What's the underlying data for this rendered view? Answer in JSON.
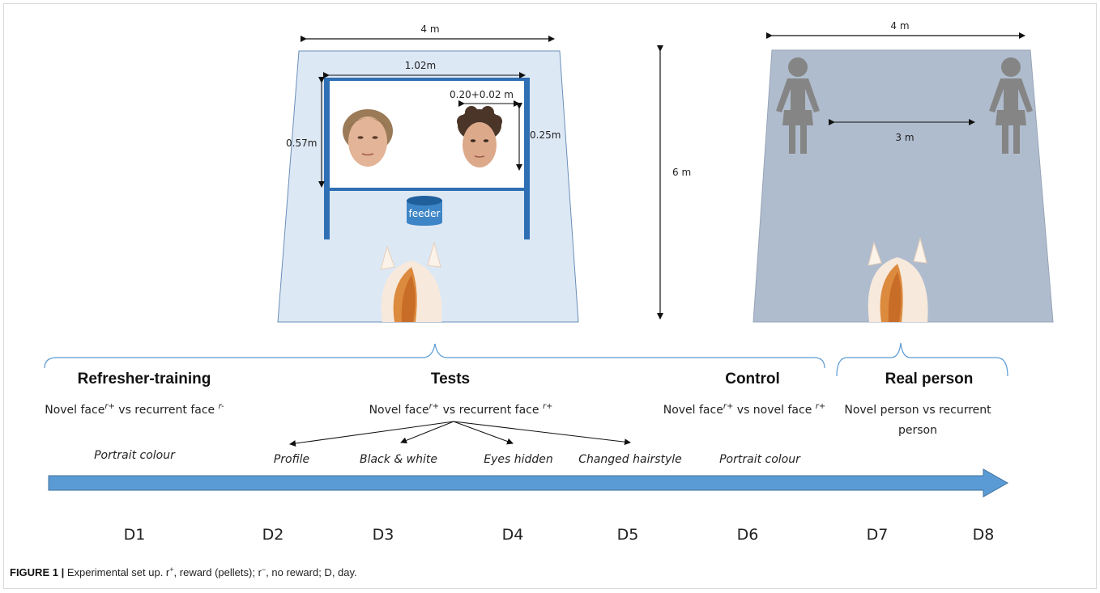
{
  "left_room": {
    "width_label": "4 m",
    "board_width_label": "1.02m",
    "board_height_label": "0.57m",
    "face_width_label": "0.20+0.02 m",
    "face_height_label": "0.25m",
    "feeder_label": "feeder"
  },
  "depth_label": "6 m",
  "right_room": {
    "width_label": "4 m",
    "distance_label": "3 m"
  },
  "phases": [
    {
      "title": "Refresher-training",
      "face": "Novel face",
      "sup1": "r+",
      "mid": " vs recurrent face ",
      "sup2": "r-",
      "condition": "Portrait colour"
    },
    {
      "title": "Tests",
      "face": "Novel face",
      "sup1": "r+",
      "mid": " vs recurrent face ",
      "sup2": "r+"
    },
    {
      "title": "Control",
      "face": "Novel face",
      "sup1": "r+",
      "mid": " vs novel face ",
      "sup2": "r+",
      "condition": "Portrait colour"
    },
    {
      "title": "Real person",
      "line1": "Novel person vs recurrent",
      "line2": "person"
    }
  ],
  "test_conditions": [
    "Profile",
    "Black & white",
    "Eyes hidden",
    "Changed hairstyle"
  ],
  "days": [
    "D1",
    "D2",
    "D3",
    "D4",
    "D5",
    "D6",
    "D7",
    "D8"
  ],
  "caption": {
    "label": "FIGURE 1 |",
    "text_a": " Experimental set up. r",
    "sup_a": "+",
    "text_b": ", reward (pellets); r",
    "sup_b": "−",
    "text_c": ", no reward; D, day."
  },
  "colors": {
    "left_room_fill": "#dde8f5",
    "right_room_fill": "#afbccd",
    "board_frame": "#2f6fb4",
    "timeline_arrow": "#5b9bd5",
    "person_icon": "#858585"
  }
}
